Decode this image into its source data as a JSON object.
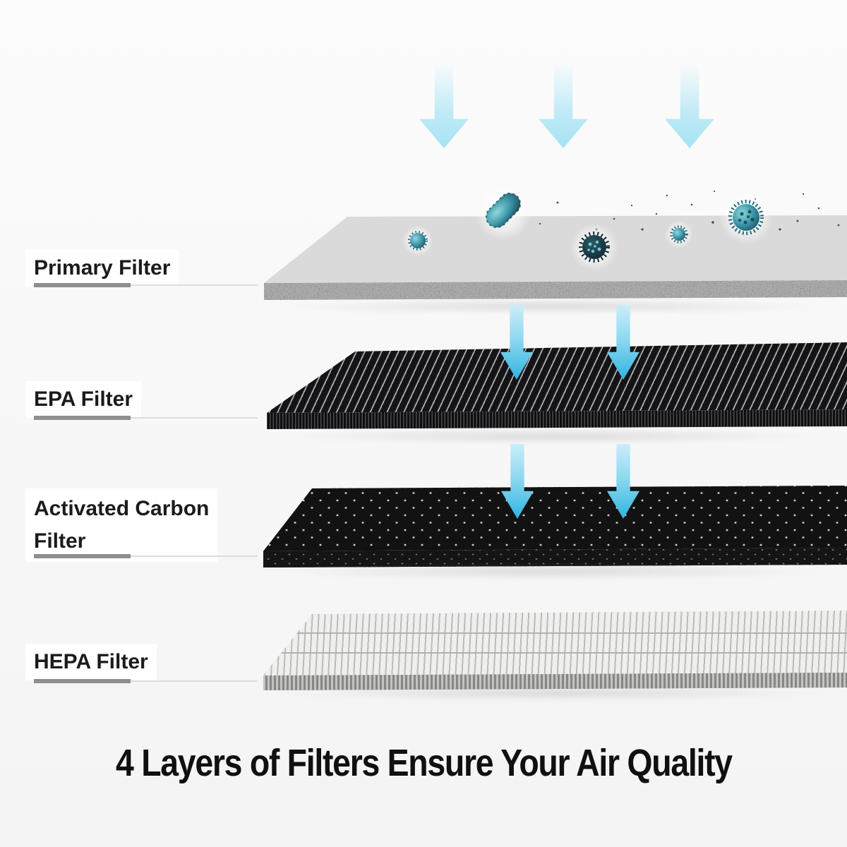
{
  "headline": {
    "text": "4 Layers of Filters Ensure Your Air Quality"
  },
  "filters": {
    "primary": {
      "label": "Primary Filter"
    },
    "epa": {
      "label": "EPA Filter"
    },
    "carbon": {
      "line1": "Activated Carbon",
      "line2": "Filter"
    },
    "hepa": {
      "label": "HEPA Filter"
    }
  },
  "colors": {
    "background_top": "#fcfcfc",
    "background_bottom": "#f4f4f4",
    "arrow_soft_blue": "#a5e3f4",
    "arrow_bright_blue": "#2fb3e2",
    "text_black": "#1b1b1b",
    "underline_dark_gray": "#8f8f8f",
    "underline_light_gray": "#dcdcdc",
    "microbe_teal": "#2f879b",
    "epa_black": "#141417",
    "carbon_black": "#121212",
    "hepa_light": "#efefed"
  }
}
